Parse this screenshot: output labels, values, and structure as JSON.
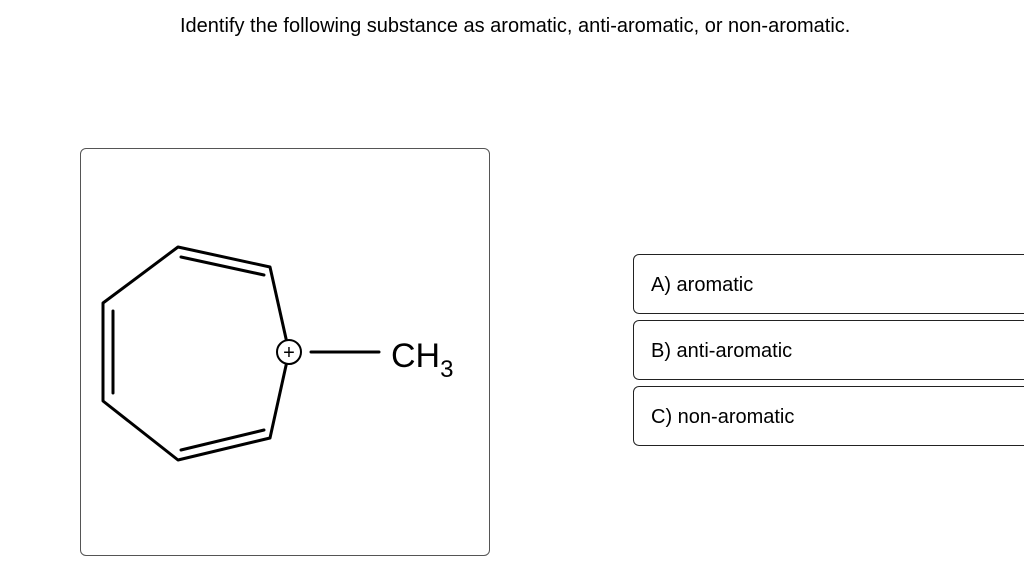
{
  "question": {
    "text": "Identify the following substance as aromatic, anti-aromatic, or non-aromatic."
  },
  "structure": {
    "charge_symbol": "+",
    "substituent_main": "CH",
    "substituent_subscript": "3"
  },
  "options": [
    {
      "label": "A) aromatic"
    },
    {
      "label": "B) anti-aromatic"
    },
    {
      "label": "C) non-aromatic"
    }
  ]
}
